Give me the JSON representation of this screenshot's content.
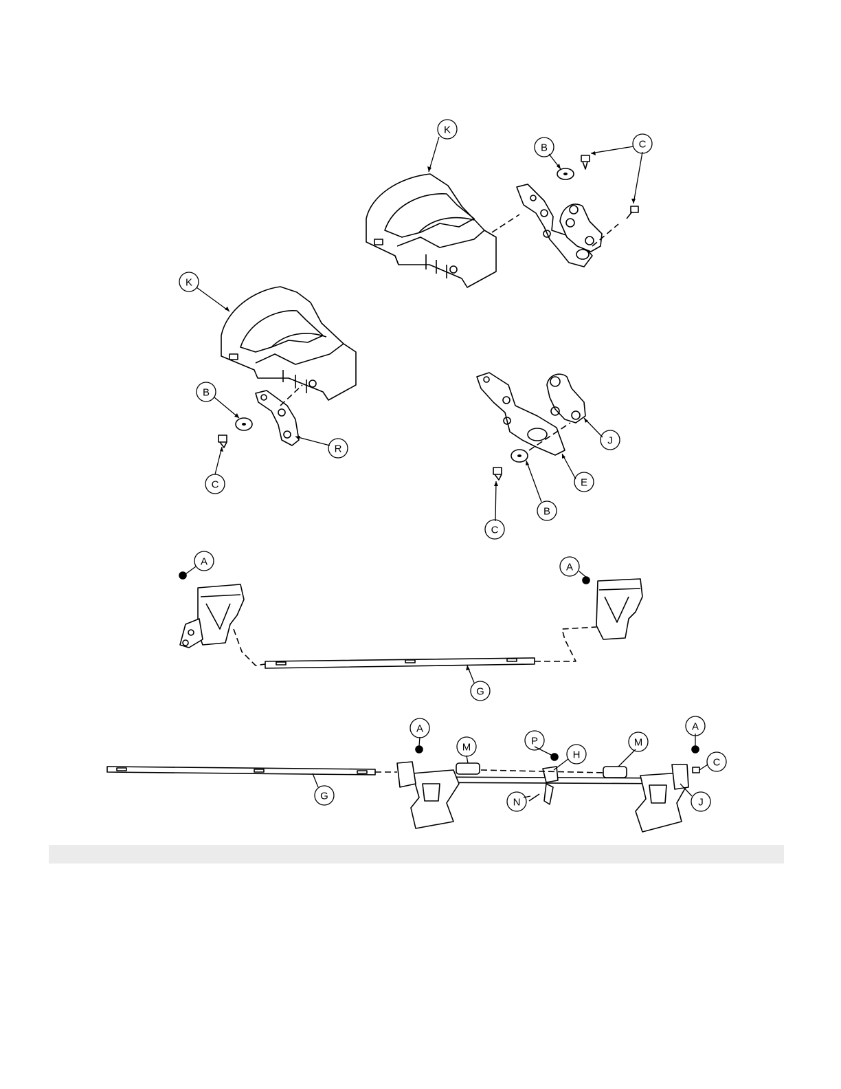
{
  "diagram": {
    "callouts": {
      "k_top": "K",
      "b_top": "B",
      "c_top": "C",
      "k_left": "K",
      "b_left": "B",
      "r_left": "R",
      "c_left": "C",
      "j_mid": "J",
      "e_mid": "E",
      "b_mid": "B",
      "c_mid": "C",
      "a_mid_left": "A",
      "a_mid_right": "A",
      "g_mid": "G",
      "a_low_left": "A",
      "m_low_left": "M",
      "p_low": "P",
      "h_low": "H",
      "m_low_right": "M",
      "a_low_right": "A",
      "c_low": "C",
      "j_low": "J",
      "n_low": "N",
      "g_low": "G"
    }
  },
  "colors": {
    "line": "#000000",
    "part_fill": "#ffffff",
    "band": "#ebebeb"
  }
}
